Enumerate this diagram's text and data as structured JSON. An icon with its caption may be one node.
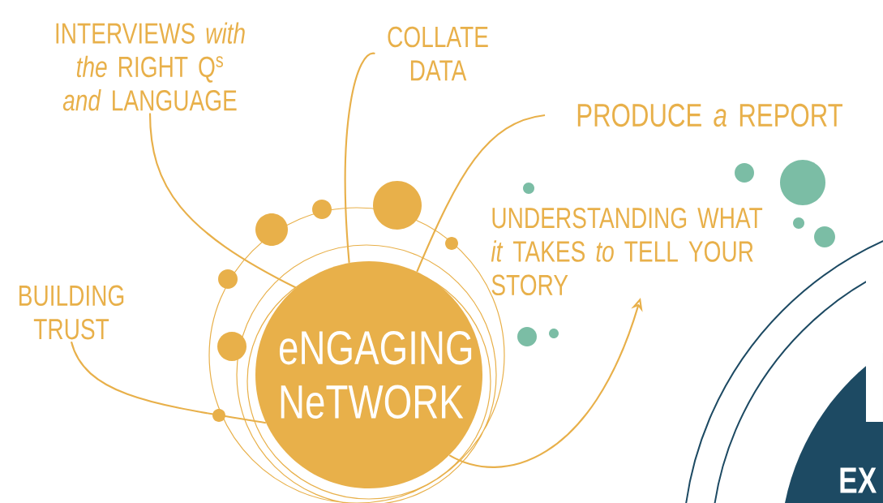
{
  "diagram": {
    "nodes": [
      {
        "text": [
          "eNGAGING NeTWORK"
        ]
      },
      {
        "text": [
          "INTERVIEWS *with* *the* RIGHT Q$^{s}$ *and* LANGUAGE"
        ]
      },
      {
        "text": [
          "COLLATE DATA"
        ]
      },
      {
        "text": [
          "PRODUCE *a* REPORT"
        ]
      },
      {
        "text": [
          "UNDERSTANDING WHAT *it* TAKES *to* TELL YOUR STORY"
        ]
      },
      {
        "text": [
          "BUILDING TRUST"
        ]
      }
    ],
    "edges": [
      {
        "from": 1,
        "to": 0,
        "arrow": "none"
      },
      {
        "from": 2,
        "to": 0,
        "arrow": "none"
      },
      {
        "from": 3,
        "to": 0,
        "arrow": "none"
      },
      {
        "from": 5,
        "to": 0,
        "arrow": "none"
      },
      {
        "from": 0,
        "to": 4,
        "arrow": "to"
      }
    ],
    "labels": [
      "EX"
    ]
  }
}
